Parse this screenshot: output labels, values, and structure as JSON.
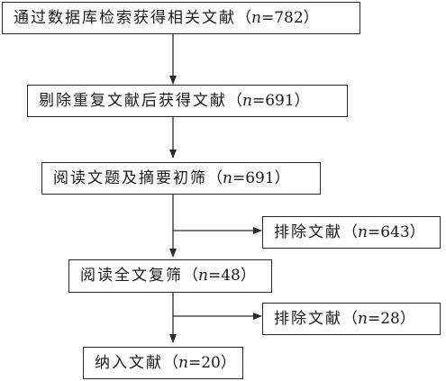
{
  "flowchart": {
    "steps": [
      {
        "text": "通过数据库检索获得相关文献",
        "var": "n",
        "value": "782"
      },
      {
        "text": "剔除重复文献后获得文献",
        "var": "n",
        "value": "691"
      },
      {
        "text": "阅读文题及摘要初筛",
        "var": "n",
        "value": "691"
      },
      {
        "text": "阅读全文复筛",
        "var": "n",
        "value": "48"
      },
      {
        "text": "纳入文献",
        "var": "n",
        "value": "20"
      }
    ],
    "exclusions": [
      {
        "text": "排除文献",
        "var": "n",
        "value": "643"
      },
      {
        "text": "排除文献",
        "var": "n",
        "value": "28"
      }
    ]
  }
}
